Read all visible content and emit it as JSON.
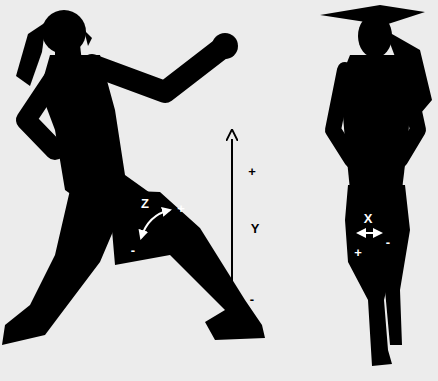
{
  "diagram": {
    "labels": [
      "Z",
      "+",
      "-",
      "+",
      "Y",
      "-",
      "X",
      "-",
      "+"
    ]
  }
}
